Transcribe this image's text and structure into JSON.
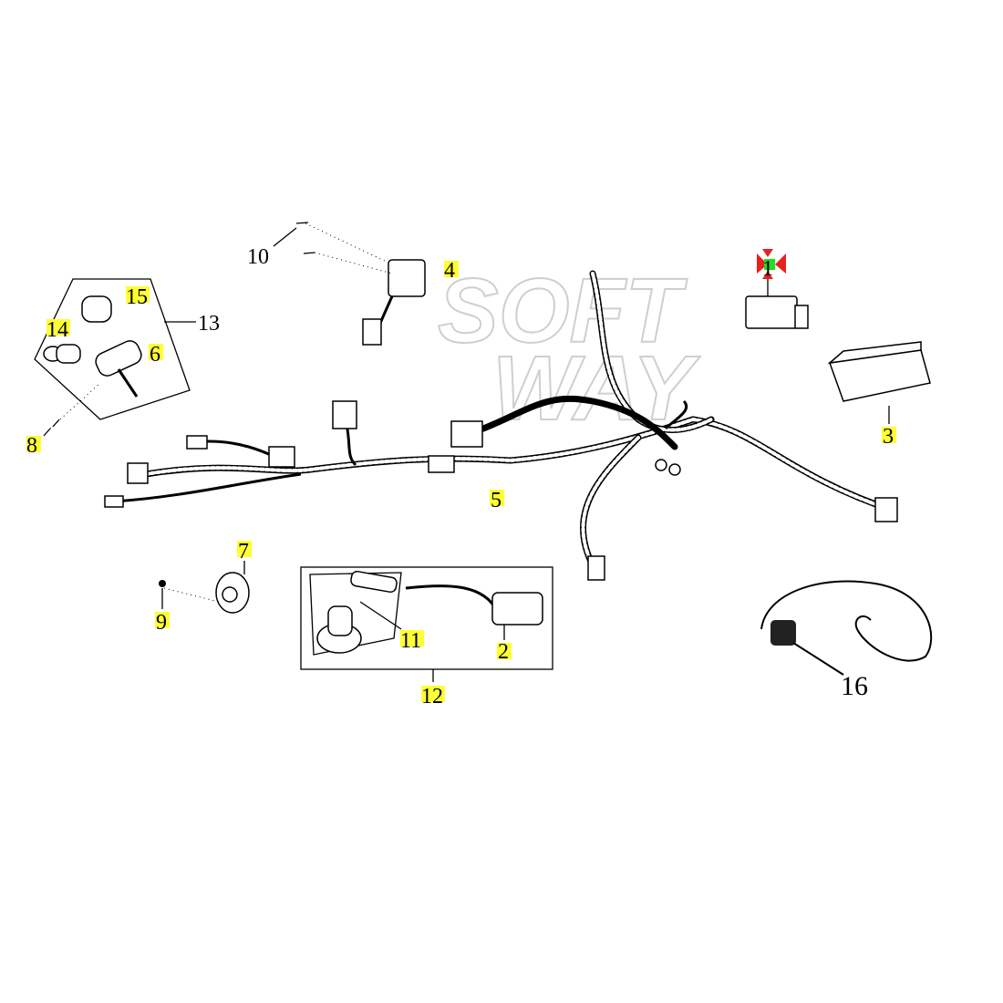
{
  "watermark": [
    "SOFT",
    "WAY"
  ],
  "colors": {
    "highlight": "#ffff33",
    "marker_red": "#e82020",
    "marker_green": "#22dd22"
  },
  "callouts": [
    {
      "id": "1",
      "part": "cdi-unit",
      "highlighted": true
    },
    {
      "id": "2",
      "part": "ignition-coil",
      "highlighted": true
    },
    {
      "id": "3",
      "part": "battery",
      "highlighted": true
    },
    {
      "id": "4",
      "part": "relay",
      "highlighted": true
    },
    {
      "id": "5",
      "part": "wire-harness",
      "highlighted": true
    },
    {
      "id": "6",
      "part": "socket",
      "highlighted": true
    },
    {
      "id": "7",
      "part": "horn",
      "highlighted": true
    },
    {
      "id": "8",
      "part": "screw",
      "highlighted": true
    },
    {
      "id": "9",
      "part": "bolt",
      "highlighted": true
    },
    {
      "id": "10",
      "part": "screws",
      "highlighted": false
    },
    {
      "id": "11",
      "part": "plug-cap",
      "highlighted": true
    },
    {
      "id": "12",
      "part": "ignition-coil-assembly",
      "highlighted": true
    },
    {
      "id": "13",
      "part": "bulb-socket-assembly",
      "highlighted": false
    },
    {
      "id": "14",
      "part": "bulb",
      "highlighted": true
    },
    {
      "id": "15",
      "part": "bulb-small",
      "highlighted": true
    },
    {
      "id": "16",
      "part": "regulator",
      "highlighted": false
    }
  ]
}
